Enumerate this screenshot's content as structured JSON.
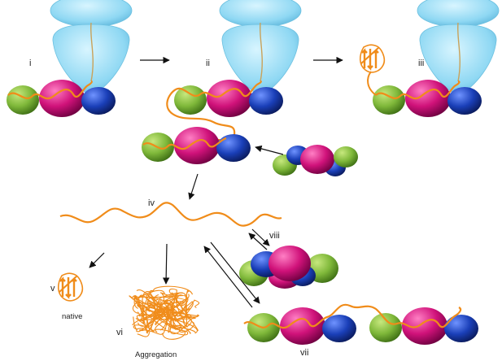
{
  "labels": {
    "i": "i",
    "ii": "ii",
    "iii": "iii",
    "iv": "iv",
    "v": "v",
    "vi": "vi",
    "vii": "vii",
    "viii": "viii"
  },
  "captions": {
    "native": "native",
    "aggregation": "Aggregation"
  },
  "colors": {
    "ribosome_light": "#bfeeff",
    "ribosome": "#8fd8f3",
    "ribosome_edge": "#5fb7dc",
    "chain": "#f08c1a",
    "green_domain": "#7fb83a",
    "magenta_domain": "#d0127a",
    "blue_domain": "#1a3fb8",
    "arrow": "#111111"
  }
}
